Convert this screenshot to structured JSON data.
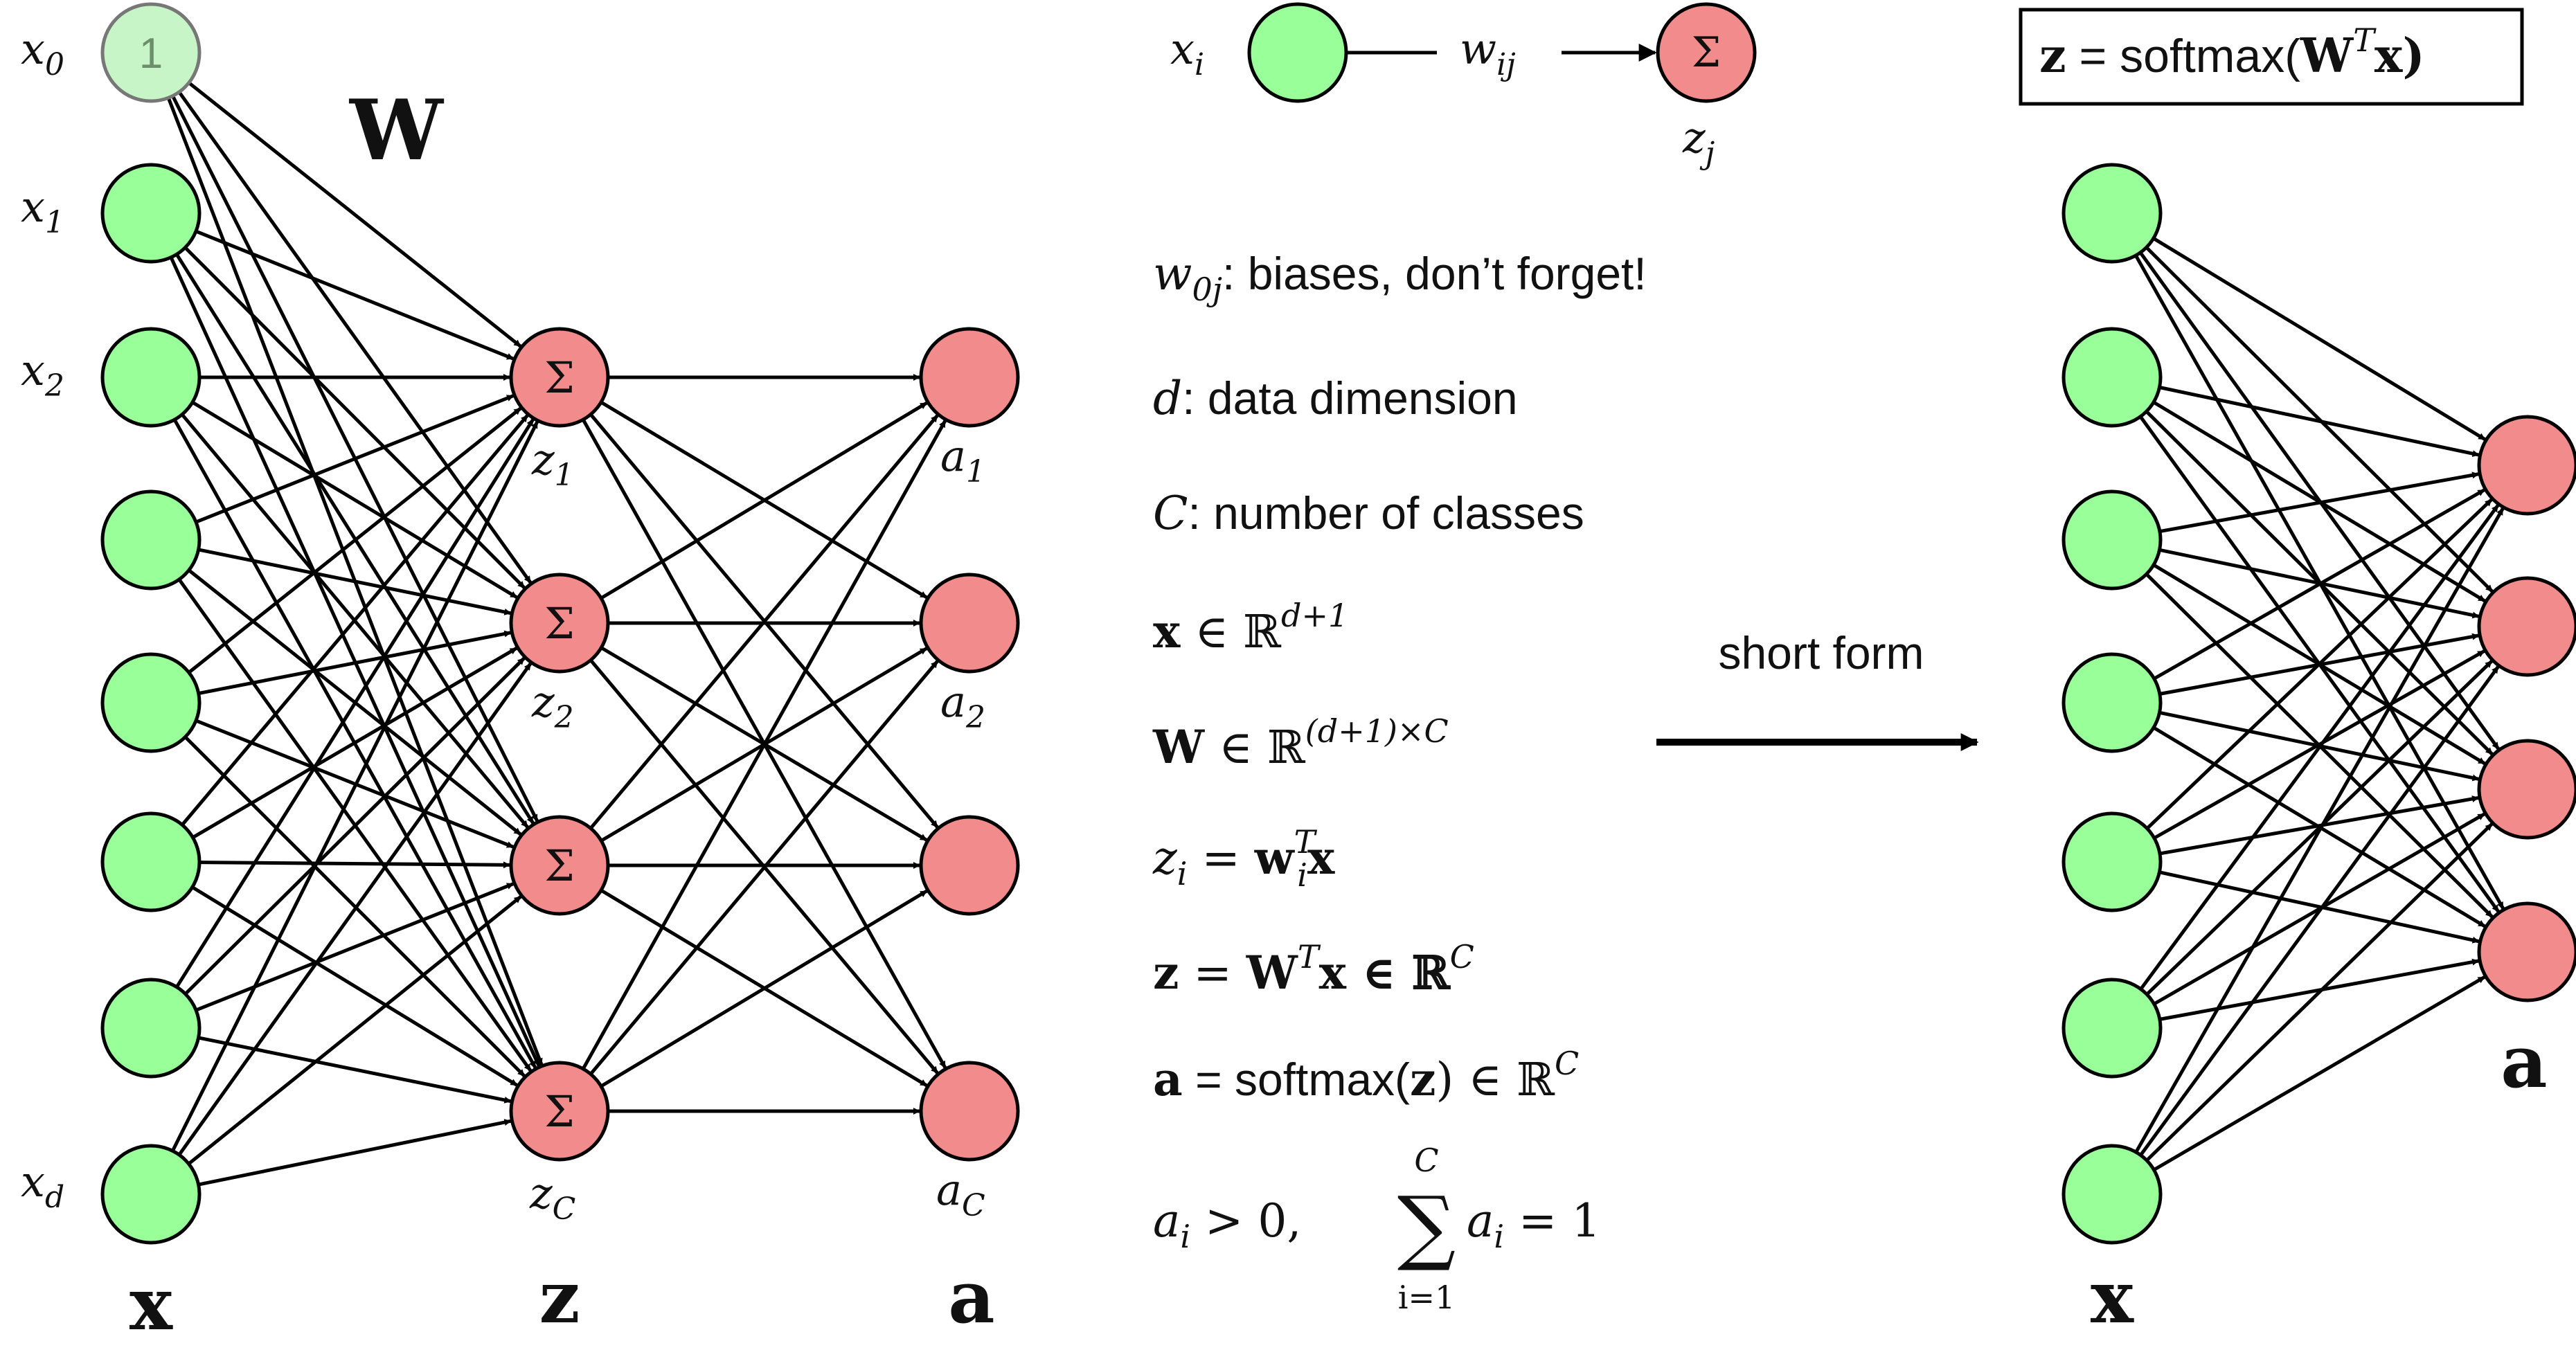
{
  "colors": {
    "input_node": "#99ff99",
    "bias_node": "#c8f5c8",
    "sum_node": "#f28b8b",
    "output_node": "#f28b8b",
    "edge": "#000000"
  },
  "left_network": {
    "bias_value": "1",
    "sum_symbol": "Σ",
    "weight_matrix_label": "W",
    "input_labels": [
      {
        "base": "x",
        "sub": "0"
      },
      {
        "base": "x",
        "sub": "1"
      },
      {
        "base": "x",
        "sub": "2"
      },
      {
        "base": "x",
        "sub": "d"
      }
    ],
    "z_labels": [
      {
        "base": "z",
        "sub": "1"
      },
      {
        "base": "z",
        "sub": "2"
      },
      {
        "base": "z",
        "sub": "C"
      }
    ],
    "a_labels": [
      {
        "base": "a",
        "sub": "1"
      },
      {
        "base": "a",
        "sub": "2"
      },
      {
        "base": "a",
        "sub": "C"
      }
    ],
    "layer_labels": {
      "x": "x",
      "z": "z",
      "a": "a"
    }
  },
  "legend": {
    "xi": {
      "base": "x",
      "sub": "i"
    },
    "wij": {
      "base": "w",
      "sub": "ij"
    },
    "zj": {
      "base": "z",
      "sub": "j"
    },
    "sum_symbol": "Σ"
  },
  "notes": [
    {
      "math": "w",
      "sub": "0j",
      "rest": ": biases, don’t forget!"
    },
    {
      "math": "d",
      "rest": ":  data dimension"
    },
    {
      "math": "C",
      "rest": ":  number of classes"
    },
    {
      "bold": "x",
      "rel": " ∈ ℝ",
      "sup": "d+1"
    },
    {
      "bold": "W",
      "rel": " ∈ ℝ",
      "sup": "(d+1)×C"
    },
    {
      "lhs": "z",
      "lhs_sub": "i",
      "rel": " = ",
      "bold": "w",
      "sub": "i",
      "sup": "T",
      "tail": "x"
    },
    {
      "bold": "z",
      "rel": " = ",
      "bold2": "W",
      "sup": "T",
      "tail": "x ∈ ℝ",
      "sup2": "C"
    },
    {
      "bold": "a",
      "rel": " = softmax(",
      "bold2": "z",
      "tail": ") ∈ ℝ",
      "sup2": "C"
    },
    {
      "lhs": "a",
      "lhs_sub": "i",
      "rel": " > 0,",
      "sum_sym": "∑",
      "sum_top": "C",
      "sum_bottom": "i=1",
      "term": "a",
      "term_sub": "i",
      "tail": " = 1"
    }
  ],
  "short_form_label": "short form",
  "right_network": {
    "formula": {
      "bold": "z",
      "rel": " = softmax(",
      "bold2": "W",
      "sup": "T",
      "tail": "x)"
    },
    "layer_labels": {
      "x": "x",
      "a": "a"
    }
  }
}
